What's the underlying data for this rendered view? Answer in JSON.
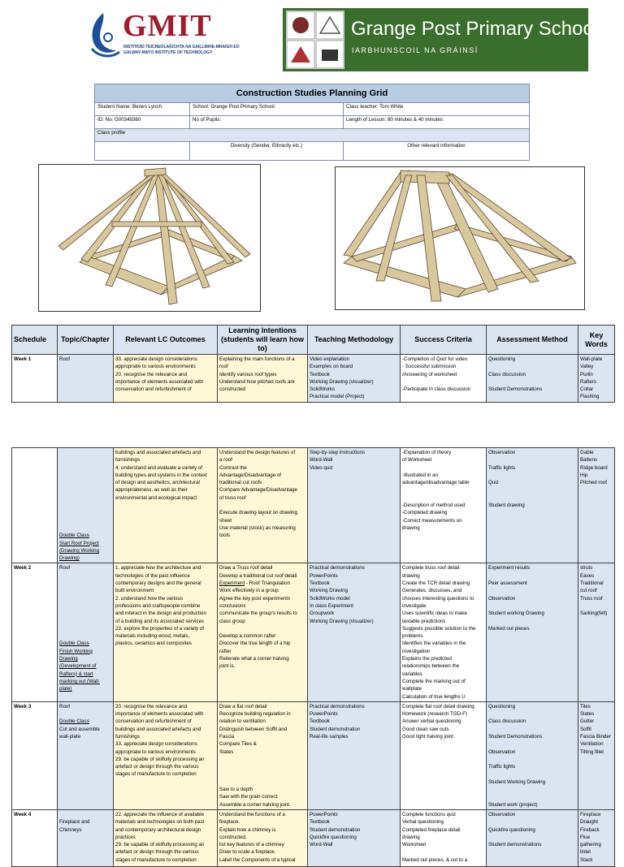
{
  "header": {
    "gmit_logo_text": "GMIT",
    "gmit_sub1": "INSTITIÚID TEICNEOLAÍOCHTA NA GAILLIMHE-MHAIGH EO",
    "gmit_sub2": "GALWAY-MAYO INSTITUTE OF TECHNOLOGY",
    "school_name": "Grange Post Primary School",
    "school_irish": "IARBHUNSCOIL NA GRÁINSÍ"
  },
  "grid": {
    "title": "Construction Studies Planning Grid",
    "student_name": "Student Name: Benen Lynch",
    "school": "School: Grange Post Primary School",
    "class_teacher": "Class teacher: Tom White",
    "id_no": "ID: No: G00349360",
    "no_pupils": "No of Pupils:",
    "lesson_length": "Length of Lesson: 80 minutes & 40 minutes",
    "class_profile": "Class profile",
    "diversity": "Diversity (Gender, Ethnicity etc.)",
    "other_info": "Other relevant information"
  },
  "images": [
    {
      "name": "hip-roof-frame-1"
    },
    {
      "name": "hip-roof-frame-2"
    }
  ],
  "columns": [
    "Schedule",
    "Topic/Chapter",
    "Relevant LC Outcomes",
    "Learning Intentions (students will learn how to)",
    "Teaching Methodology",
    "Success Criteria",
    "Assessment Method",
    "Key Words"
  ],
  "week1": {
    "schedule": "Week 1",
    "topic": [
      "Roof"
    ],
    "outcomes": [
      "33. appreciate design considerations",
      "appropriate to various environments",
      "20. recognise the relevance and",
      "importance of elements associated with",
      "conservation and refurbishment of"
    ],
    "intentions": [
      "Explaining the main functions of a",
      "roof",
      "Identify various roof types",
      "Understand how pitched roofs are",
      "constructed"
    ],
    "methodology": [
      "Video explanation",
      "Examples on board",
      "Textbook",
      "Working Drawing (visualizer)",
      "SolidWorks",
      "Practical model (Project)"
    ],
    "success": [
      "-Completion of Quiz for video",
      "- Successful submission",
      "/Answering of worksheet",
      "",
      "-Participate in class discussion"
    ],
    "assessment": [
      "Questioning",
      "",
      "Class discussion",
      "",
      "Student Demonstrations"
    ],
    "keywords": [
      "Wall-plate",
      "Valley",
      "Purlin",
      "Rafters",
      "Collar",
      "Flashing"
    ]
  },
  "week1b": {
    "schedule": "",
    "topic": [
      "",
      "",
      "",
      "",
      "",
      "",
      "",
      "",
      "",
      "",
      "",
      "Double Class",
      "Start Roof Project",
      "(Drawing Working",
      "Drawing)"
    ],
    "outcomes": [
      "buildings and associated artefacts and",
      "furnishings",
      "4. understand and evaluate a variety of",
      "building types and systems in the context",
      "of design and aesthetics, architectural",
      "appropriateness, as well as their",
      "environmental and ecological impact"
    ],
    "intentions": [
      "Understand the design features of",
      "a roof",
      "Contrast the",
      "Advantage/Disadvantage of",
      "traditional cut roofs",
      "Compare Advantage/Disadvantage",
      "of truss roof",
      "",
      "Execute drawing layout on drawing",
      "sheet",
      "Use material (stock) as measuring",
      "tools"
    ],
    "methodology": [
      "Step-by-step instructions",
      "Word-Wall",
      "Video quiz"
    ],
    "success": [
      "-Explanation of theory",
      "of Worksheet",
      "",
      "-Illustrated in an",
      "advantage/disadvantage table",
      "",
      "",
      "-Description of method used",
      "-Completed drawing",
      "-Correct measurements on",
      "drawing"
    ],
    "assessment": [
      "Observation",
      "",
      "Traffic lights",
      "",
      "Quiz",
      "",
      "",
      "Student drawing"
    ],
    "keywords": [
      "Gable",
      "Battens",
      "Ridge board",
      "Hip",
      "Pitched roof"
    ]
  },
  "week2": {
    "schedule": "Week 2",
    "topic": [
      "Roof",
      "",
      "",
      "",
      "",
      "",
      "",
      "",
      "",
      "",
      "Double Class",
      "Finish Working",
      "Drawing",
      "(Development of",
      "Rafters) & start",
      "marking out (Wall-",
      "plate)"
    ],
    "outcomes": [
      "1. appreciate how the architecture and",
      "technologies of the past influence",
      "contemporary designs and the general",
      "built environment",
      "2. understand how the various",
      "professions and craftspeople combine",
      "and interact in the design and production",
      "of a building and its associated services",
      "23. explore the properties of a variety of",
      "materials including wood, metals,",
      "plastics, ceramics and composites"
    ],
    "intentions": [
      "Draw a Truss roof detail",
      "Develop a traditional cut roof detail",
      "Experiment - Roof Triangulation",
      "Work effectively in a group",
      "Agree the key post experiments",
      "conclusions",
      "communicate the group's results to",
      "class group",
      "",
      "Develop a common rafter",
      "Discover the true length of a hip",
      "rafter",
      "Reiterate what a corner halving",
      "joint is."
    ],
    "methodology": [
      "Practical demonstrations",
      "PowerPoints",
      "Textbook",
      "Working Drawing",
      "SolidWorks model",
      "In class Experiment",
      "Groupwork",
      "Working Drawing (visualizer)"
    ],
    "success": [
      "Complete truss roof detail",
      "drawing",
      "Create the TCR detail drawing",
      "Generates, discusses, and",
      "chooses interesting questions to",
      "investigate",
      " Uses scientific ideas to make",
      "testable predictions",
      "Suggests possible solution to the",
      "problems",
      "Identifies the variables in the",
      "investigation",
      "Explains the predicted",
      "relationships between the",
      "variables",
      "Complete the marking out of",
      "wallplate",
      "Calculation of true lengths U"
    ],
    "assessment": [
      "Experiment results",
      "",
      "Peer assessment",
      "",
      "Observation",
      "",
      "Student working Drawing",
      "",
      "Marked out pieces"
    ],
    "keywords": [
      "struts",
      "Eaves",
      "Traditional",
      "cut roof",
      "Truss roof",
      "",
      "Sarking(felt)"
    ]
  },
  "week3": {
    "schedule": "Week 3",
    "topic": [
      "Roof",
      "",
      "Double Class",
      "Cut and assemble",
      "wall-plate"
    ],
    "outcomes": [
      "20. recognise the relevance and",
      "importance of elements associated with",
      "conservation and refurbishment of",
      "buildings and associated artefacts and",
      "furnishings",
      "33. appreciate design considerations",
      "appropriate to various environments",
      "29. be capable of skilfully processing an",
      "artefact or design through the various",
      "stages of manufacture to completion"
    ],
    "intentions": [
      "Draw a flat roof detail",
      "Recognize building regulation in",
      "relation to ventilation",
      "Distinguish between Soffit and",
      "Fascia",
      "Compare Tiles &",
      "Slates",
      "",
      "",
      "",
      "",
      "Saw to a depth",
      "Saw with the grain correct.",
      "Assemble a corner halving joint."
    ],
    "methodology": [
      "Practical demonstrations",
      "PowerPoints",
      "Textbook",
      "Student demonstration",
      "Real-life samples"
    ],
    "success": [
      "Complete flat roof detail drawing",
      "Homework (research TGD-F)",
      "Answer verbal questioning",
      "Good clean saw cuts",
      "Good tight halving joint"
    ],
    "assessment": [
      "Questioning",
      "",
      "Class discussion",
      "",
      "Student Demonstrations",
      "",
      "Observation",
      "",
      "Traffic lights",
      "",
      "Student Working Drawing",
      "",
      "",
      "Student work (project)"
    ],
    "keywords": [
      "Tiles",
      "Slates",
      "Gutter",
      "Soffit",
      "Fascia Binder",
      "Ventilation",
      "Tilting fillet"
    ]
  },
  "week4": {
    "schedule": "Week 4",
    "topic": [
      "",
      "Fireplace and",
      "Chimneys"
    ],
    "outcomes": [
      "22. appreciate the influence of available",
      "materials and technologies on both past",
      "and contemporary architectural design",
      "practices",
      "29. be capable of skilfully processing an",
      "artefact or design through the various",
      "stages of manufacture to completion"
    ],
    "intentions": [
      "Understand the functions of a",
      "fireplace.",
      "Explain how a chimney is",
      "constructed.",
      "list key features of a chimney",
      "Draw to scale a fireplace.",
      "Label the Components of a typical"
    ],
    "methodology": [
      "PowerPoints",
      "Textbook",
      "Student demonstration",
      "Quickfire questioning",
      "Word-Wall"
    ],
    "success": [
      "Complete functions quiz",
      "Verbal questioning",
      "Completed fireplace detail",
      "drawing",
      "Worksheet",
      "",
      "Marked out pieces, & cut to a"
    ],
    "assessment": [
      "Observation",
      "",
      "Quickfire questioning",
      "",
      "Student demonstrations"
    ],
    "keywords": [
      "Fireplace",
      "Draught",
      "Fireback",
      "Flue",
      "gathering",
      "lintel",
      "Stack"
    ]
  }
}
